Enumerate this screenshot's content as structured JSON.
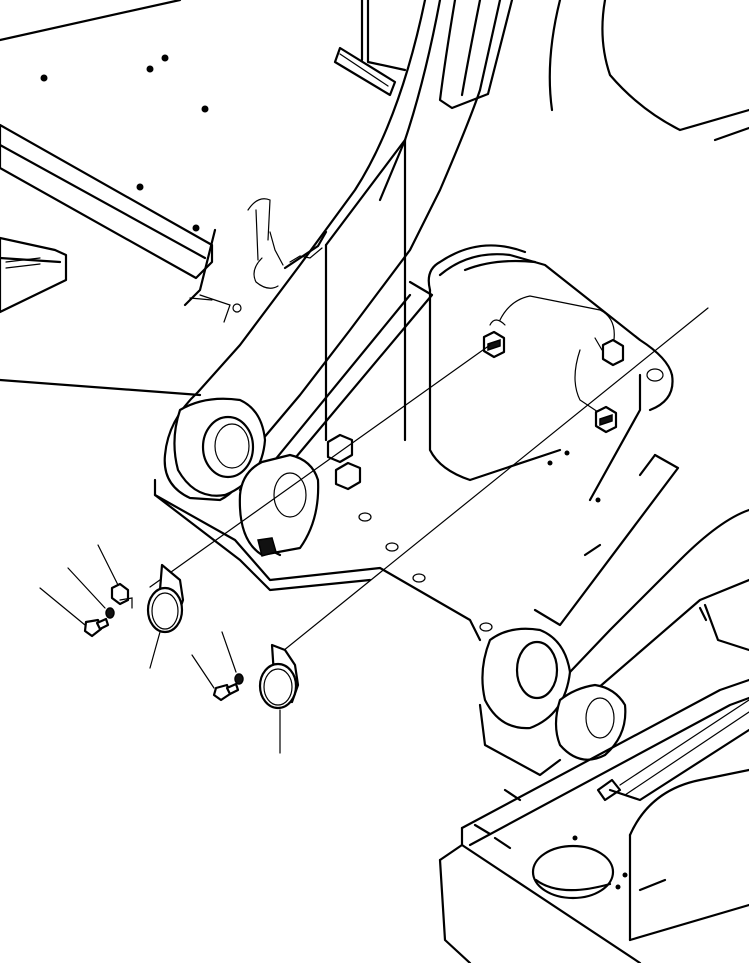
{
  "drawing": {
    "background": "#ffffff",
    "stroke_color": "#000000",
    "parts": [
      {
        "name": "horn",
        "icon": "horn-icon",
        "count": 2
      },
      {
        "name": "bolt",
        "icon": "bolt-icon",
        "count": 2
      },
      {
        "name": "lock-washer",
        "icon": "washer-icon",
        "count": 2
      },
      {
        "name": "wire-connector",
        "icon": "connector-icon",
        "count": 2
      }
    ]
  }
}
